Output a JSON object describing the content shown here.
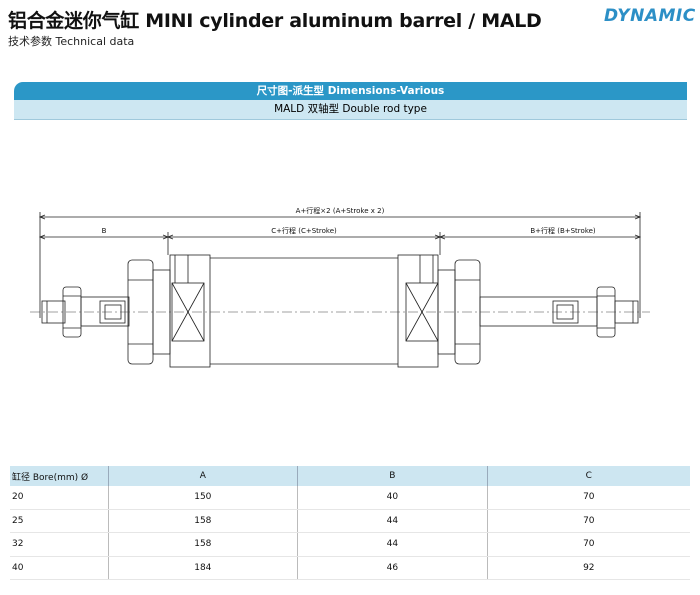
{
  "header": {
    "title": "铝合金迷你气缸 MINI cylinder aluminum barrel  / MALD",
    "subtitle": "技术参数 Technical data",
    "brand": "DYNAMIC"
  },
  "section": {
    "band_title": "尺寸图-派生型 Dimensions-Various",
    "band_subtitle": "MALD 双轴型 Double rod type"
  },
  "drawing": {
    "label_total": "A+行程×2 (A+Stroke x 2)",
    "label_b": "B",
    "label_c": "C+行程 (C+Stroke)",
    "label_b_stroke": "B+行程 (B+Stroke)"
  },
  "table": {
    "headers": [
      "缸径 Bore(mm) Ø",
      "A",
      "B",
      "C"
    ],
    "rows": [
      [
        "20",
        "150",
        "40",
        "70"
      ],
      [
        "25",
        "158",
        "44",
        "70"
      ],
      [
        "32",
        "158",
        "44",
        "70"
      ],
      [
        "40",
        "184",
        "46",
        "92"
      ]
    ]
  },
  "colors": {
    "band_dark": "#2b97c7",
    "band_light": "#cde7f2",
    "brand": "#2c8fc6"
  }
}
